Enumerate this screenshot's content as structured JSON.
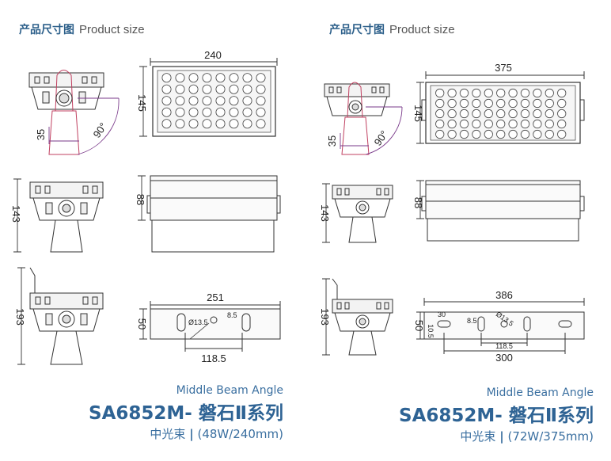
{
  "left": {
    "header_cn": "产品尺寸图",
    "header_en": "Product size",
    "dims": {
      "width": "240",
      "height": "145",
      "angle": "90°",
      "offset": "35",
      "depth": "88",
      "bracket_h": "143",
      "total_h": "193",
      "mount_w": "251",
      "mount_h": "50",
      "hole": "Ø13.5",
      "slot": "8.5",
      "spacing": "118.5"
    },
    "caption": {
      "beam": "Middle Beam Angle",
      "model": "SA6852M- 磐石Ⅱ系列",
      "spec_cn": "中光束",
      "spec_sep": "|",
      "spec_rest": "(48W/240mm)"
    }
  },
  "right": {
    "header_cn": "产品尺寸图",
    "header_en": "Product size",
    "dims": {
      "width": "375",
      "height": "145",
      "angle": "90°",
      "offset": "35",
      "depth": "88",
      "bracket_h": "143",
      "total_h": "193",
      "mount_w": "386",
      "mount_h": "50",
      "slot_w": "30",
      "slot_h": "10.5",
      "slot": "8.5",
      "hole": "Ø13.5",
      "spacing": "118.5",
      "span": "300"
    },
    "caption": {
      "beam": "Middle Beam Angle",
      "model": "SA6852M- 磐石Ⅱ系列",
      "spec_cn": "中光束",
      "spec_sep": "|",
      "spec_rest": "(72W/375mm)"
    }
  },
  "colors": {
    "accent": "#2e6394",
    "line": "#333333",
    "dimension": "#7a3a8a"
  }
}
